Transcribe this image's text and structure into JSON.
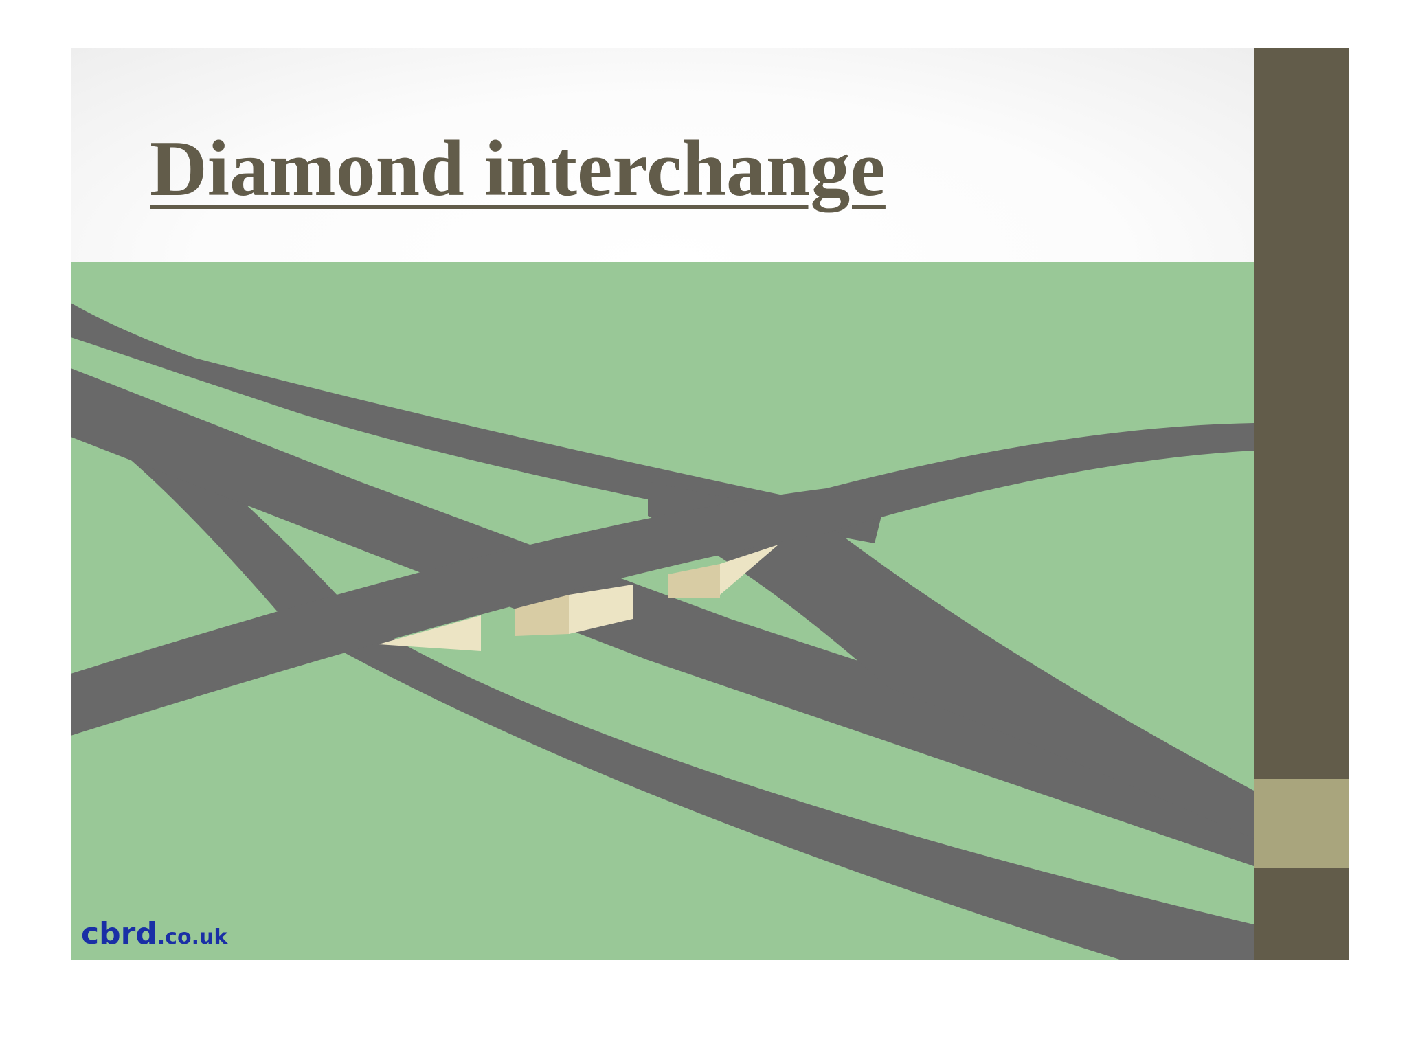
{
  "slide": {
    "title": "Diamond interchange",
    "watermark_main": "cbrd",
    "watermark_tld": ".co.uk"
  },
  "colors": {
    "title": "#625c4a",
    "ground": "#99c897",
    "road": "#696969",
    "bridge_face": "#ece4c4",
    "bridge_shadow": "#d8cca4",
    "sidebar": "#625c4a",
    "sidebar_accent": "#a9a57d",
    "watermark": "#1a2fa6"
  }
}
